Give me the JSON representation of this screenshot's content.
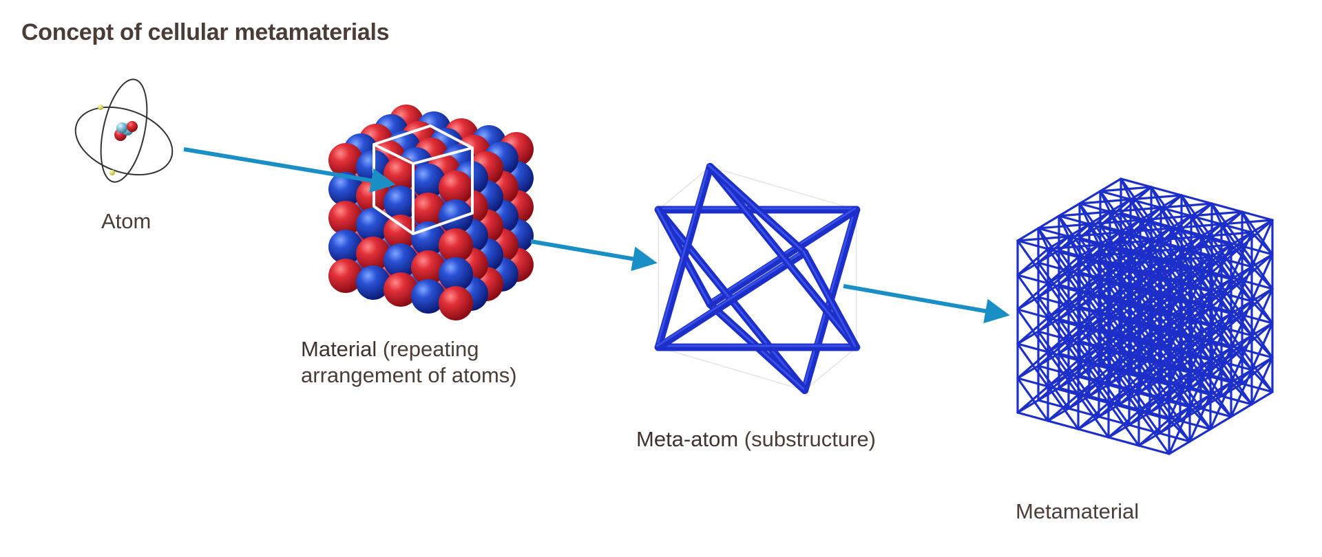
{
  "title": "Concept of cellular metamaterials",
  "stages": {
    "atom": {
      "label": "Atom"
    },
    "material": {
      "label_bold": "Material",
      "label_rest_line1": " (repeating",
      "label_line2": "arrangement of atoms)"
    },
    "meta_atom": {
      "label_bold": "Meta-atom",
      "label_rest": " (substructure)"
    },
    "metamaterial": {
      "label": "Metamaterial"
    }
  },
  "colors": {
    "text": "#4a3d38",
    "arrow": "#1a8fc6",
    "atom_red": "#d8232f",
    "atom_blue": "#2244c8",
    "lattice_blue": "#1d2fc9"
  }
}
